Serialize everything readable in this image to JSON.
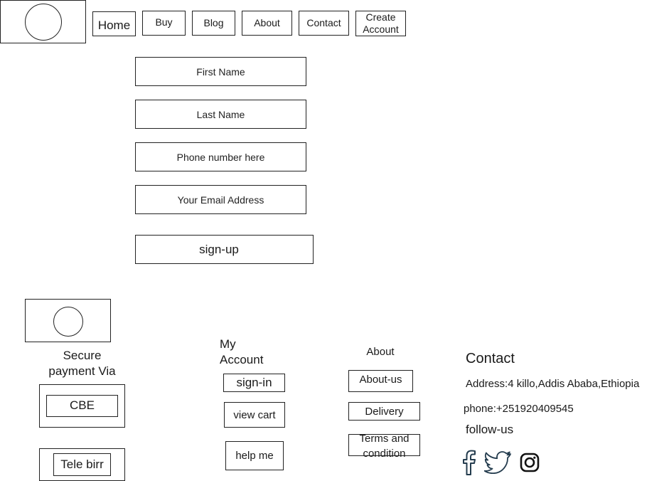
{
  "nav": {
    "items": [
      {
        "label": "Home"
      },
      {
        "label": "Buy"
      },
      {
        "label": "Blog"
      },
      {
        "label": "About"
      },
      {
        "label": "Contact"
      },
      {
        "label": "Create\nAccount"
      }
    ]
  },
  "form": {
    "first_name": "First Name",
    "last_name": "Last Name",
    "phone": "Phone number here",
    "email": "Your Email Address",
    "submit": "sign-up"
  },
  "footer": {
    "payment": {
      "heading": "Secure\npayment Via",
      "methods": [
        "CBE",
        "Tele birr"
      ]
    },
    "account": {
      "heading": "My\nAccount",
      "links": [
        "sign-in",
        "view cart",
        "help me"
      ]
    },
    "about": {
      "heading": "About",
      "links": [
        "About-us",
        "Delivery",
        "Terms and\ncondition"
      ]
    },
    "contact": {
      "heading": "Contact",
      "address": "Address:4 killo,Addis Ababa,Ethiopia",
      "phone": "phone:+251920409545",
      "follow": "follow-us"
    },
    "social_icons": [
      "facebook-icon",
      "twitter-icon",
      "instagram-icon"
    ]
  }
}
